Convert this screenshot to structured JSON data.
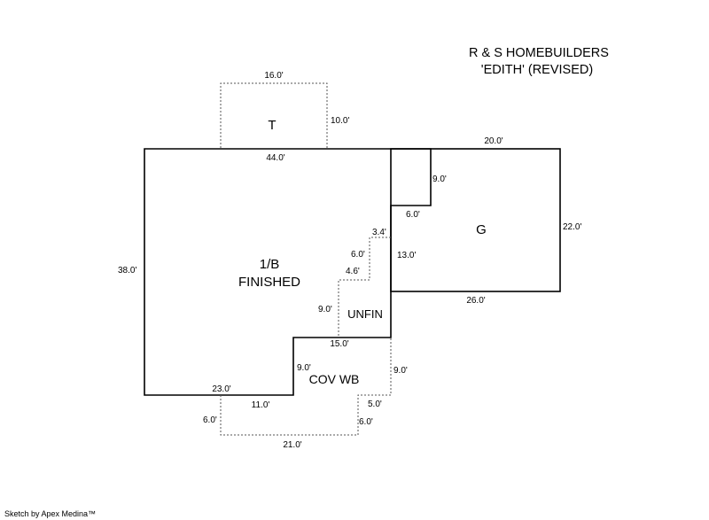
{
  "title": {
    "line1": "R & S HOMEBUILDERS",
    "line2": "'EDITH' (REVISED)"
  },
  "areas": {
    "t": "T",
    "main_line1": "1/B",
    "main_line2": "FINISHED",
    "garage": "G",
    "unfin": "UNFIN",
    "cov_wb": "COV WB"
  },
  "dimensions": {
    "t_top": "16.0'",
    "t_right": "10.0'",
    "main_top": "44.0'",
    "main_left": "38.0'",
    "main_bottom": "23.0'",
    "garage_top": "20.0'",
    "garage_right": "22.0'",
    "garage_bottom": "26.0'",
    "notch_right": "9.0'",
    "notch_horiz": "6.0'",
    "garage_left": "13.0'",
    "step_top": "3.4'",
    "step_vert": "6.0'",
    "step_horiz": "4.6'",
    "unfin_left": "9.0'",
    "unfin_bottom": "15.0'",
    "cov_left": "9.0'",
    "cov_right": "9.0'",
    "cov_top_left": "11.0'",
    "cov_step": "5.0'",
    "cov_right_lower": "6.0'",
    "cov_left_lower": "6.0'",
    "cov_bottom": "21.0'"
  },
  "footer": "Sketch by Apex Medina™"
}
